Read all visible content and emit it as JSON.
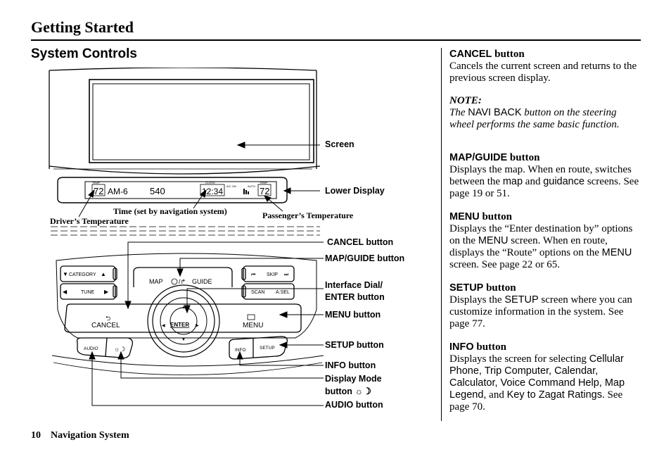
{
  "header": {
    "title": "Getting Started"
  },
  "section": {
    "title": "System Controls"
  },
  "callouts": {
    "screen": "Screen",
    "lower_display": "Lower Display",
    "time": "Time (set by navigation system)",
    "passenger_temp": "Passenger’s Temperature",
    "driver_temp": "Driver’s Temperature",
    "cancel_button": "CANCEL button",
    "map_guide_button": "MAP/GUIDE button",
    "interface_dial_1": "Interface Dial/",
    "interface_dial_2": "ENTER button",
    "menu_button": "MENU button",
    "setup_button": "SETUP button",
    "info_button": "INFO button",
    "display_mode_1": "Display Mode",
    "display_mode_2": "button",
    "audio_button": "AUDIO button"
  },
  "device": {
    "lower_display": {
      "driver_temp": "72",
      "band": "AM-6",
      "freq": "540",
      "clock": "12:34",
      "passenger_temp": "72",
      "temp_tag": "TEMP",
      "ac_on": "A/C ON",
      "auto": "AUTO",
      "clock_tag": "CLOCK"
    },
    "category": "CATEGORY",
    "tune": "TUNE",
    "map": "MAP",
    "guide": "GUIDE",
    "skip": "SKIP",
    "scan": "SCAN",
    "asel": "A.SEL",
    "cancel": "CANCEL",
    "enter": "ENTER",
    "menu": "MENU",
    "audio": "AUDIO",
    "info": "INFO",
    "setup": "SETUP"
  },
  "right": {
    "cancel": {
      "key": "CANCEL",
      "suffix": " button",
      "text": "Cancels the current screen and returns to the previous screen display."
    },
    "note": {
      "label": "NOTE:",
      "pre": "The ",
      "key": "NAVI BACK",
      "post": " button on the steering wheel performs the same basic function."
    },
    "map_guide": {
      "key": "MAP/GUIDE",
      "suffix": " button",
      "t1": "Displays the map. When en route, switches between the ",
      "k1": "map",
      "t2": " and ",
      "k2": "guidance",
      "t3": " screens. See page 19 or 51."
    },
    "menu": {
      "key": "MENU",
      "suffix": " button",
      "t1": "Displays the “Enter destination by” options on the ",
      "k1": "MENU",
      "t2": " screen. When en route, displays the “Route” options on the ",
      "k2": "MENU",
      "t3": " screen. See page 22 or 65."
    },
    "setup": {
      "key": "SETUP",
      "suffix": " button",
      "t1": "Displays the ",
      "k1": "SETUP",
      "t2": " screen where you can customize information in the system. See page 77."
    },
    "info": {
      "key": "INFO",
      "suffix": " button",
      "t1": "Displays the screen for selecting ",
      "k1": "Cellular Phone, Trip Computer, Calendar, Calculator, Voice Command Help, Map Legend,",
      "t2": " and ",
      "k2": "Key to Zagat Ratings",
      "t3": ". See page 70."
    }
  },
  "footer": {
    "page": "10",
    "label": "Navigation System"
  }
}
